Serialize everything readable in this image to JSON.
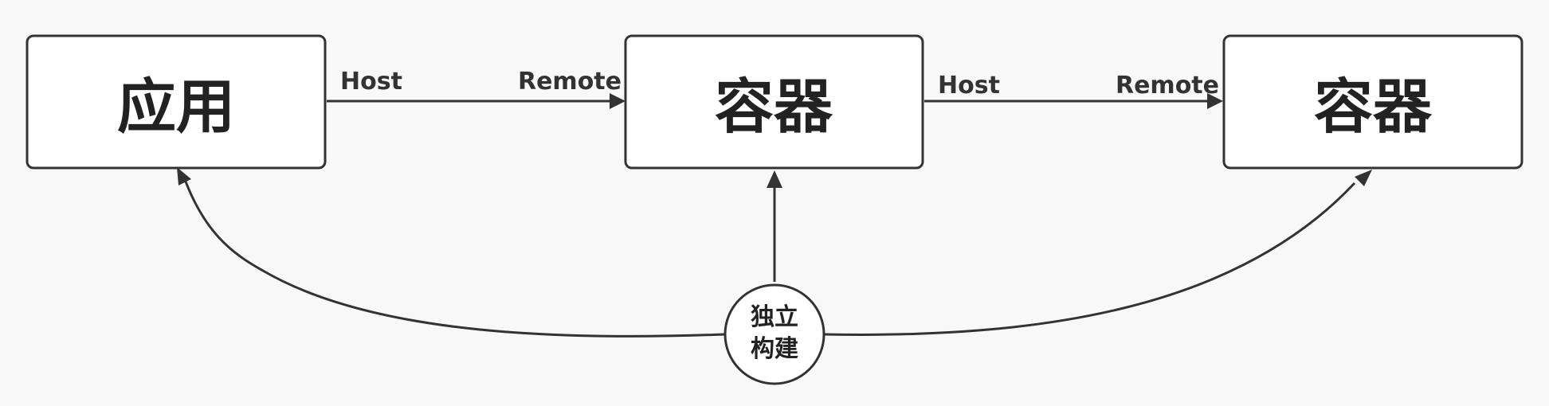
{
  "nodes": {
    "app": {
      "label": "应用"
    },
    "container1": {
      "label": "容器"
    },
    "container2": {
      "label": "容器"
    },
    "build": {
      "line1": "独立",
      "line2": "构建"
    }
  },
  "edges": {
    "app_to_container1": {
      "source_label": "Host",
      "target_label": "Remote"
    },
    "container1_to_container2": {
      "source_label": "Host",
      "target_label": "Remote"
    }
  }
}
